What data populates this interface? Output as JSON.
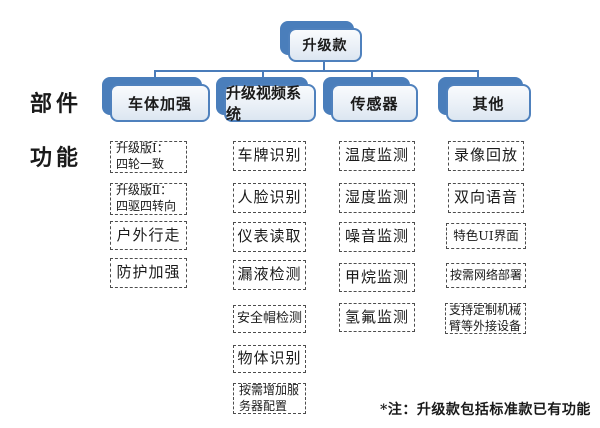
{
  "diagram": {
    "root": {
      "label": "升级款"
    },
    "row_labels": {
      "parts": "部件",
      "functions": "功能"
    },
    "branches": [
      {
        "label": "车体加强",
        "items": [
          {
            "lines": [
              "升级版Ⅰ：",
              "四轮一致"
            ]
          },
          {
            "lines": [
              "升级版Ⅱ：",
              "四驱四转向"
            ]
          },
          {
            "lines": [
              "户外行走"
            ]
          },
          {
            "lines": [
              "防护加强"
            ]
          }
        ]
      },
      {
        "label": "升级视频系统",
        "items": [
          {
            "lines": [
              "车牌识别"
            ]
          },
          {
            "lines": [
              "人脸识别"
            ]
          },
          {
            "lines": [
              "仪表读取"
            ]
          },
          {
            "lines": [
              "漏液检测"
            ]
          },
          {
            "lines": [
              "安全帽检测"
            ]
          },
          {
            "lines": [
              "物体识别"
            ]
          },
          {
            "lines": [
              "按需增加服",
              "务器配置"
            ]
          }
        ]
      },
      {
        "label": "传感器",
        "items": [
          {
            "lines": [
              "温度监测"
            ]
          },
          {
            "lines": [
              "湿度监测"
            ]
          },
          {
            "lines": [
              "噪音监测"
            ]
          },
          {
            "lines": [
              "甲烷监测"
            ]
          },
          {
            "lines": [
              "氢氟监测"
            ]
          }
        ]
      },
      {
        "label": "其他",
        "items": [
          {
            "lines": [
              "录像回放"
            ]
          },
          {
            "lines": [
              "双向语音"
            ]
          },
          {
            "lines": [
              "特色UI界面"
            ]
          },
          {
            "lines": [
              "按需网络部署"
            ]
          },
          {
            "lines": [
              "支持定制机械",
              "臂等外接设备"
            ]
          }
        ]
      }
    ],
    "footnote": "*注：升级款包括标准款已有功能",
    "colors": {
      "accent_blue": "#4a7ebb",
      "node_border": "#4f81bd",
      "node_fill_top": "#f9fbfd",
      "node_fill_bottom": "#dce6f1",
      "dashed_border": "#4d4d4d",
      "text": "#1a1a1a",
      "background": "#ffffff"
    }
  }
}
